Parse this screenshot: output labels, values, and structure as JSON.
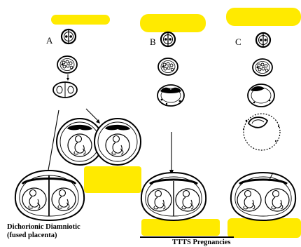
{
  "columns": [
    {
      "letter": "A"
    },
    {
      "letter": "B"
    },
    {
      "letter": "C"
    }
  ],
  "captions": {
    "left_line1": "Dichorionic Diamniotic",
    "left_line2": "(fused placenta)",
    "bottom": "TTTS Pregnancies"
  },
  "colors": {
    "highlight": "#ffea00",
    "ink": "#000000"
  }
}
